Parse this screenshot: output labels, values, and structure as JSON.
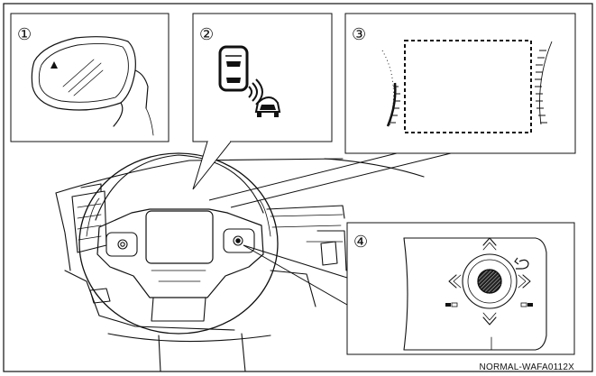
{
  "callouts": {
    "c1": "①",
    "c2": "②",
    "c3": "③",
    "c4": "④"
  },
  "footer": {
    "code": "NORMAL-WAFA0112X"
  },
  "icons": {
    "mirror_indicator": "side-mirror-warning-indicator",
    "blind_spot_display": "vehicle-proximity-display",
    "camera_view": "display-frame-with-guides",
    "switch": "steering-wheel-switch-dial",
    "back": "back-arrow-icon"
  },
  "colors": {
    "line": "#111111",
    "background": "#ffffff",
    "dial": "#222222"
  }
}
